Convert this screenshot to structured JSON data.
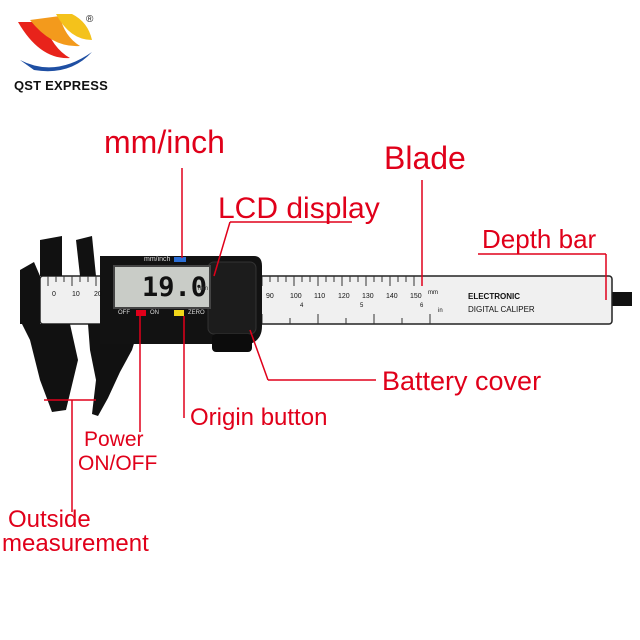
{
  "brand": {
    "name": "QST EXPRESS",
    "registered": "®"
  },
  "labels": {
    "mm_inch": "mm/inch",
    "blade": "Blade",
    "lcd_display": "LCD display",
    "depth_bar": "Depth bar",
    "battery_cover": "Battery cover",
    "origin_button": "Origin button",
    "power_line1": "Power",
    "power_line2": "ON/OFF",
    "outside_line1": "Outside",
    "outside_line2": "measurement"
  },
  "device": {
    "lcd_reading": "19.0",
    "lcd_unit": "mm",
    "mm_inch_key": "mm/inch",
    "off_label": "OFF",
    "on_label": "ON",
    "zero_label": "ZERO",
    "product_line1": "ELECTRONIC",
    "product_line2": "DIGITAL CALIPER",
    "scale_unit_mm": "mm",
    "scale_unit_in": "in",
    "scale_left": [
      "0",
      "10",
      "20"
    ],
    "scale_right": [
      "90",
      "100",
      "110",
      "120",
      "130",
      "140",
      "150"
    ],
    "inch_marks": [
      "4",
      "5",
      "6"
    ]
  },
  "colors": {
    "callout": "#e0001a",
    "body": "#111111",
    "scale": "#f2f2f2"
  }
}
